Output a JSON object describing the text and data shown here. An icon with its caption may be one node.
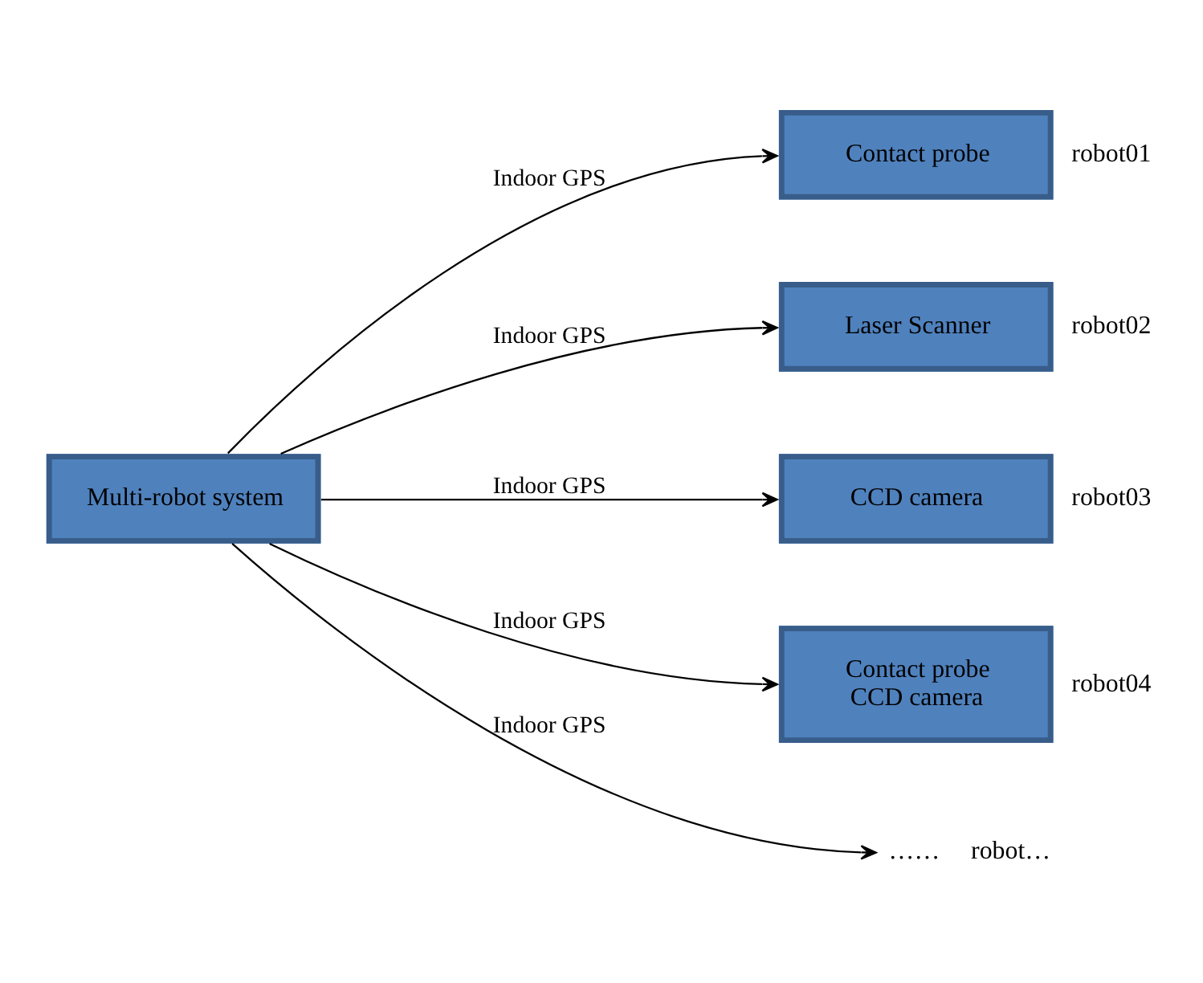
{
  "diagram": {
    "nodes": [
      {
        "text": [
          "Multi-robot system"
        ]
      },
      {
        "text": [
          "Contact probe"
        ],
        "beside": [
          "robot01"
        ]
      },
      {
        "text": [
          "Laser Scanner"
        ],
        "beside": [
          "robot02"
        ]
      },
      {
        "text": [
          "CCD camera"
        ],
        "beside": [
          "robot03"
        ]
      },
      {
        "text": [
          "Contact probe",
          "CCD camera"
        ],
        "beside": [
          "robot04"
        ]
      },
      {
        "text": [
          "……"
        ],
        "beside": [
          "robot…"
        ]
      }
    ],
    "edges": [
      {
        "from": 0,
        "to": 1,
        "arrow": "to",
        "label": "Indoor GPS"
      },
      {
        "from": 0,
        "to": 2,
        "arrow": "to",
        "label": "Indoor GPS"
      },
      {
        "from": 0,
        "to": 3,
        "arrow": "to",
        "label": "Indoor GPS"
      },
      {
        "from": 0,
        "to": 4,
        "arrow": "to",
        "label": "Indoor GPS"
      },
      {
        "from": 0,
        "to": 5,
        "arrow": "to",
        "label": "Indoor GPS"
      }
    ]
  }
}
